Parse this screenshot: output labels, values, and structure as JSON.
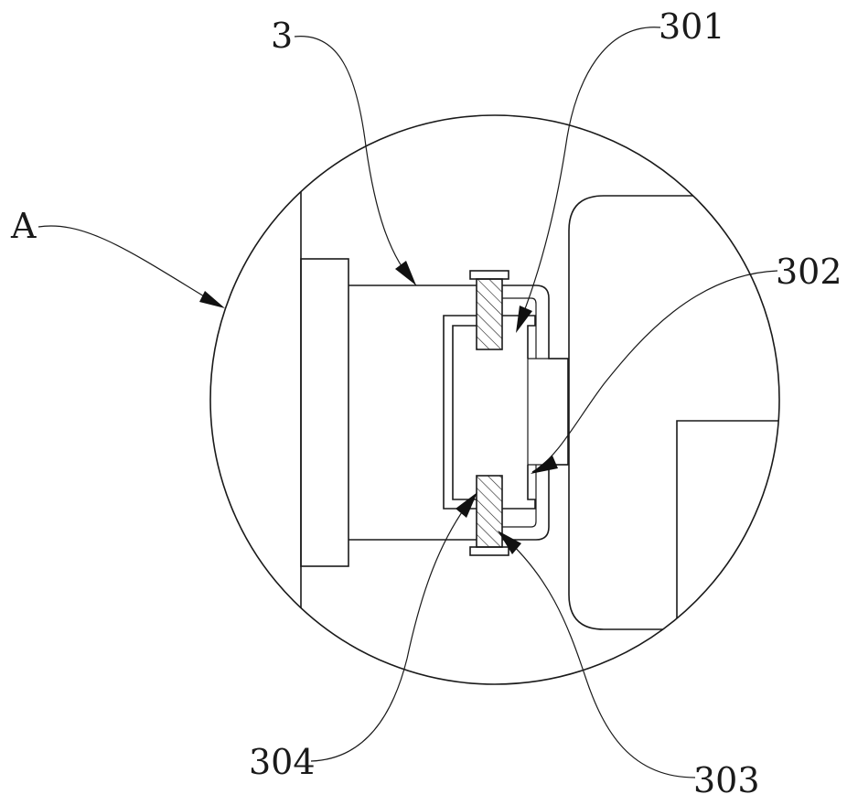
{
  "labels": {
    "detail_view": "A",
    "part_3": "3",
    "part_301": "301",
    "part_302": "302",
    "part_303": "303",
    "part_304": "304"
  },
  "colors": {
    "stroke": "#1a1a1a",
    "background": "#ffffff"
  }
}
